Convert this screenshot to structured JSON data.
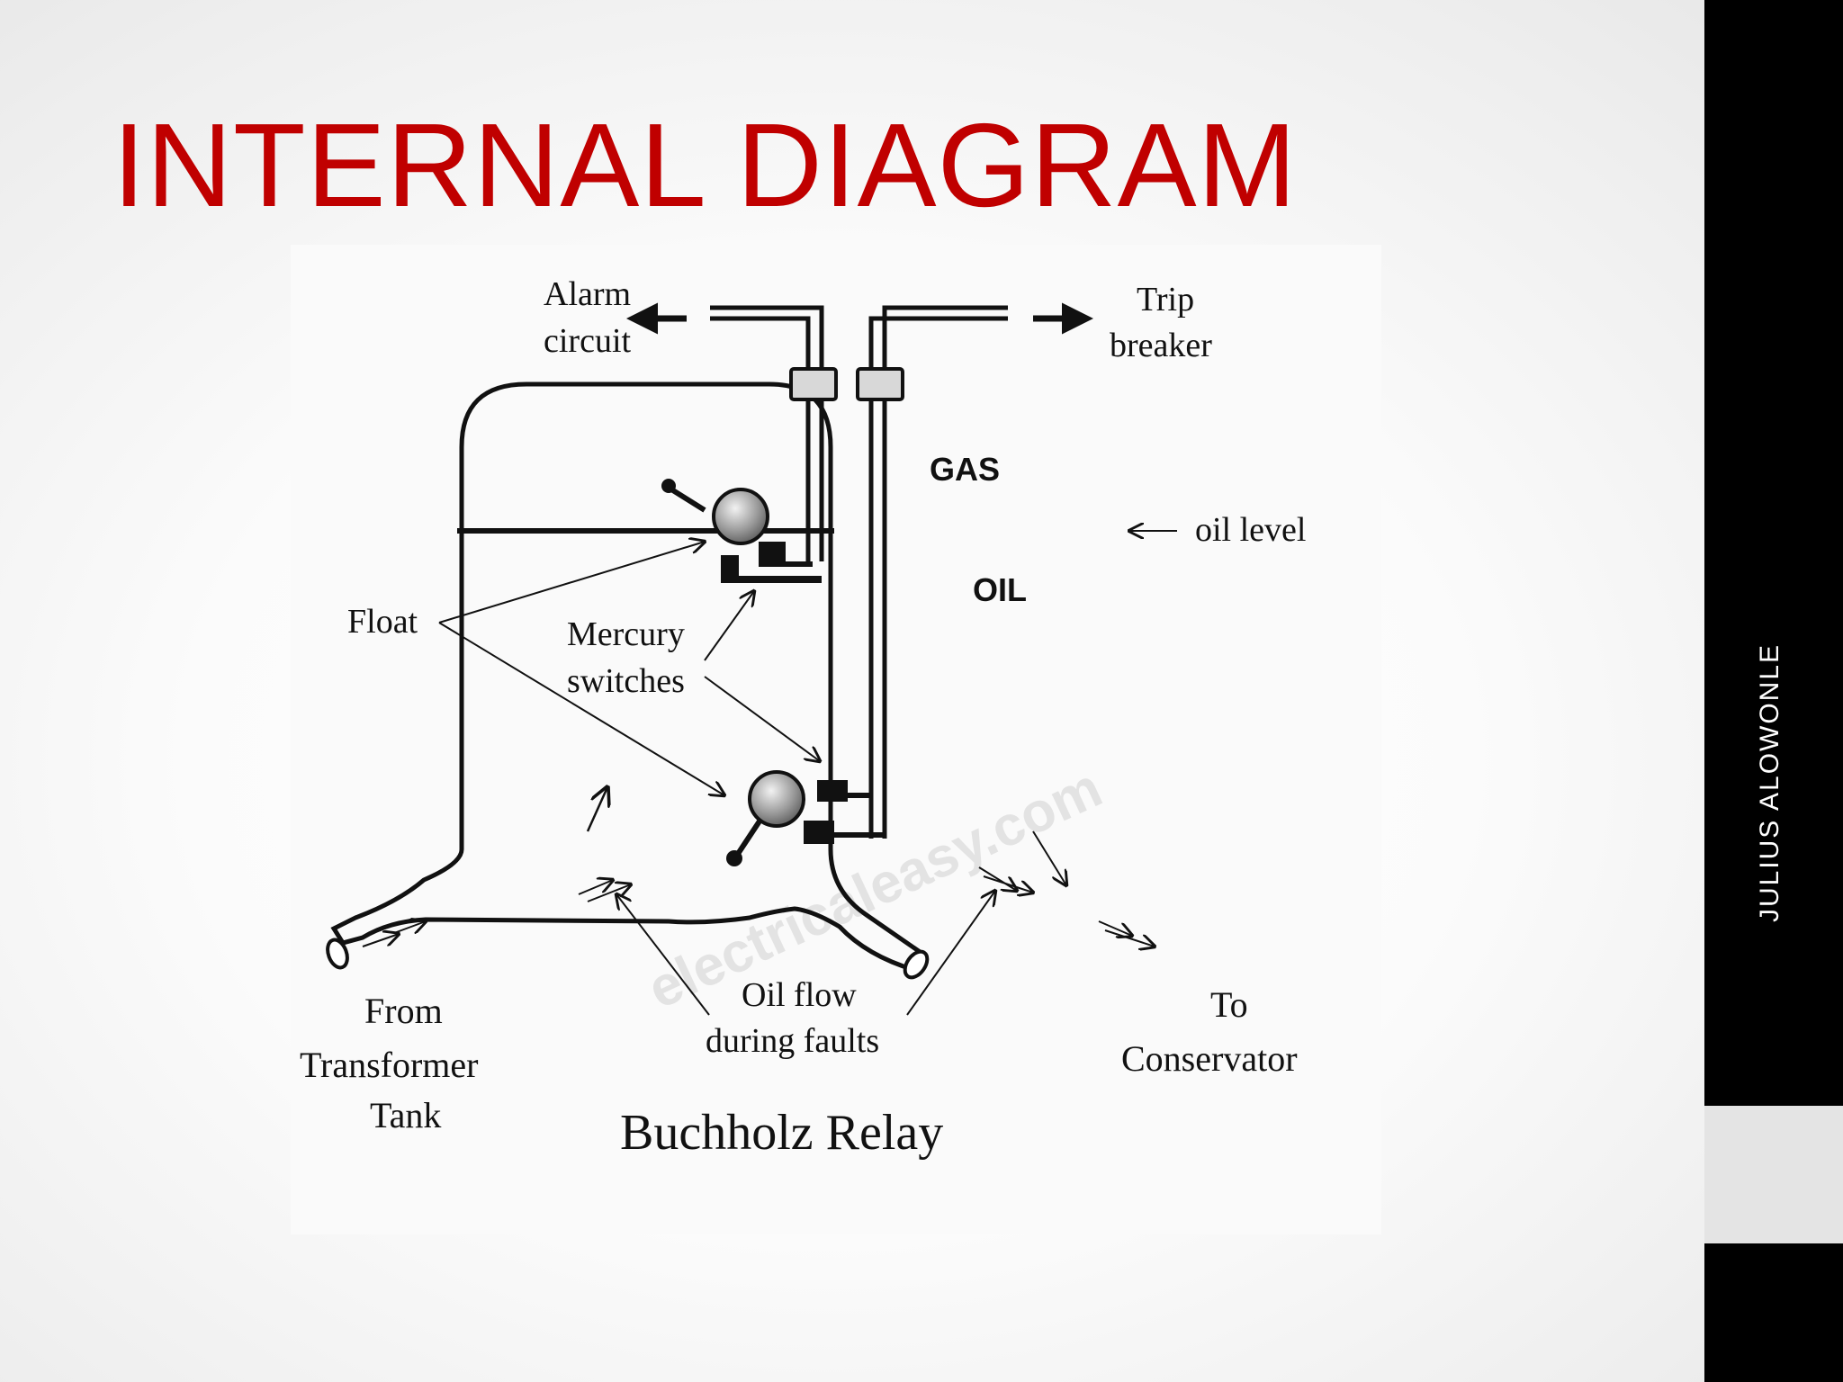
{
  "slide": {
    "title": "INTERNAL DIAGRAM",
    "author": "JULIUS ALOWONLE"
  },
  "diagram": {
    "caption": "Buchholz Relay",
    "watermark": "electricaleasy.com",
    "labels": {
      "alarm_1": "Alarm",
      "alarm_2": "circuit",
      "trip_1": "Trip",
      "trip_2": "breaker",
      "gas": "GAS",
      "oil": "OIL",
      "oil_level": "oil level",
      "float": "Float",
      "mercury_1": "Mercury",
      "mercury_2": "switches",
      "from_1": "From",
      "from_2": "Transformer",
      "from_3": "Tank",
      "oilflow_1": "Oil flow",
      "oilflow_2": "during faults",
      "to_1": "To",
      "to_2": "Conservator"
    }
  },
  "colors": {
    "title": "#c00000",
    "sidebar": "#000000",
    "sidebar_text": "#ffffff",
    "line": "#111111"
  }
}
